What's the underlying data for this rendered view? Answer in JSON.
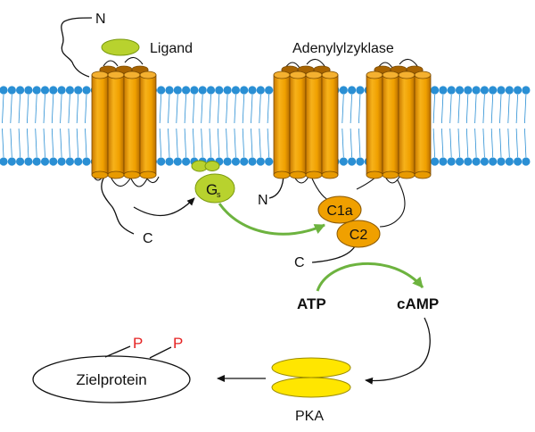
{
  "labels": {
    "receptor_n": "N",
    "receptor_c": "C",
    "ligand": "Ligand",
    "adenylyl_cyclase": "Adenylylzyklase",
    "gs_main": "G",
    "gs_sub": "s",
    "ac_n": "N",
    "ac_c": "C",
    "c1a": "C1a",
    "c2": "C2",
    "atp": "ATP",
    "camp": "cAMP",
    "pka": "PKA",
    "target_protein": "Zielprotein",
    "phospho_1": "P",
    "phospho_2": "P"
  },
  "colors": {
    "membrane_head": "#2a8fd4",
    "helix": "#f0a000",
    "helix_top": "#b06800",
    "ligand": "#b8d22e",
    "gs": "#b8d22e",
    "c_domain": "#f0a000",
    "pka": "#ffe600",
    "green_arrow": "#6db33f",
    "phosphate": "#e52222",
    "line": "#111111"
  }
}
